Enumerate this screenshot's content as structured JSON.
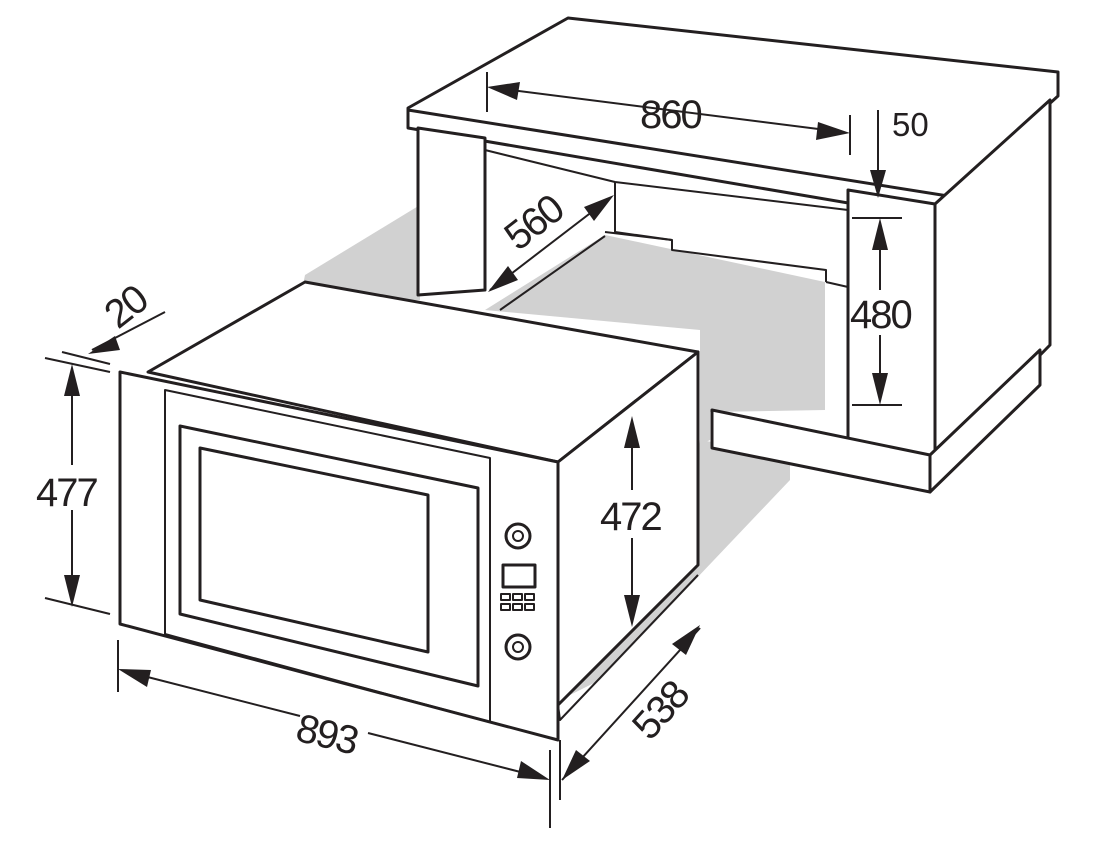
{
  "dimensions": {
    "niche_width": "860",
    "top_clearance": "50",
    "niche_depth": "560",
    "niche_height": "480",
    "panel_depth": "20",
    "oven_front_height": "477",
    "oven_body_height": "472",
    "oven_width": "893",
    "oven_depth": "538"
  },
  "colors": {
    "line": "#231f20",
    "shadow": "#d1d1d1",
    "background": "#ffffff"
  }
}
